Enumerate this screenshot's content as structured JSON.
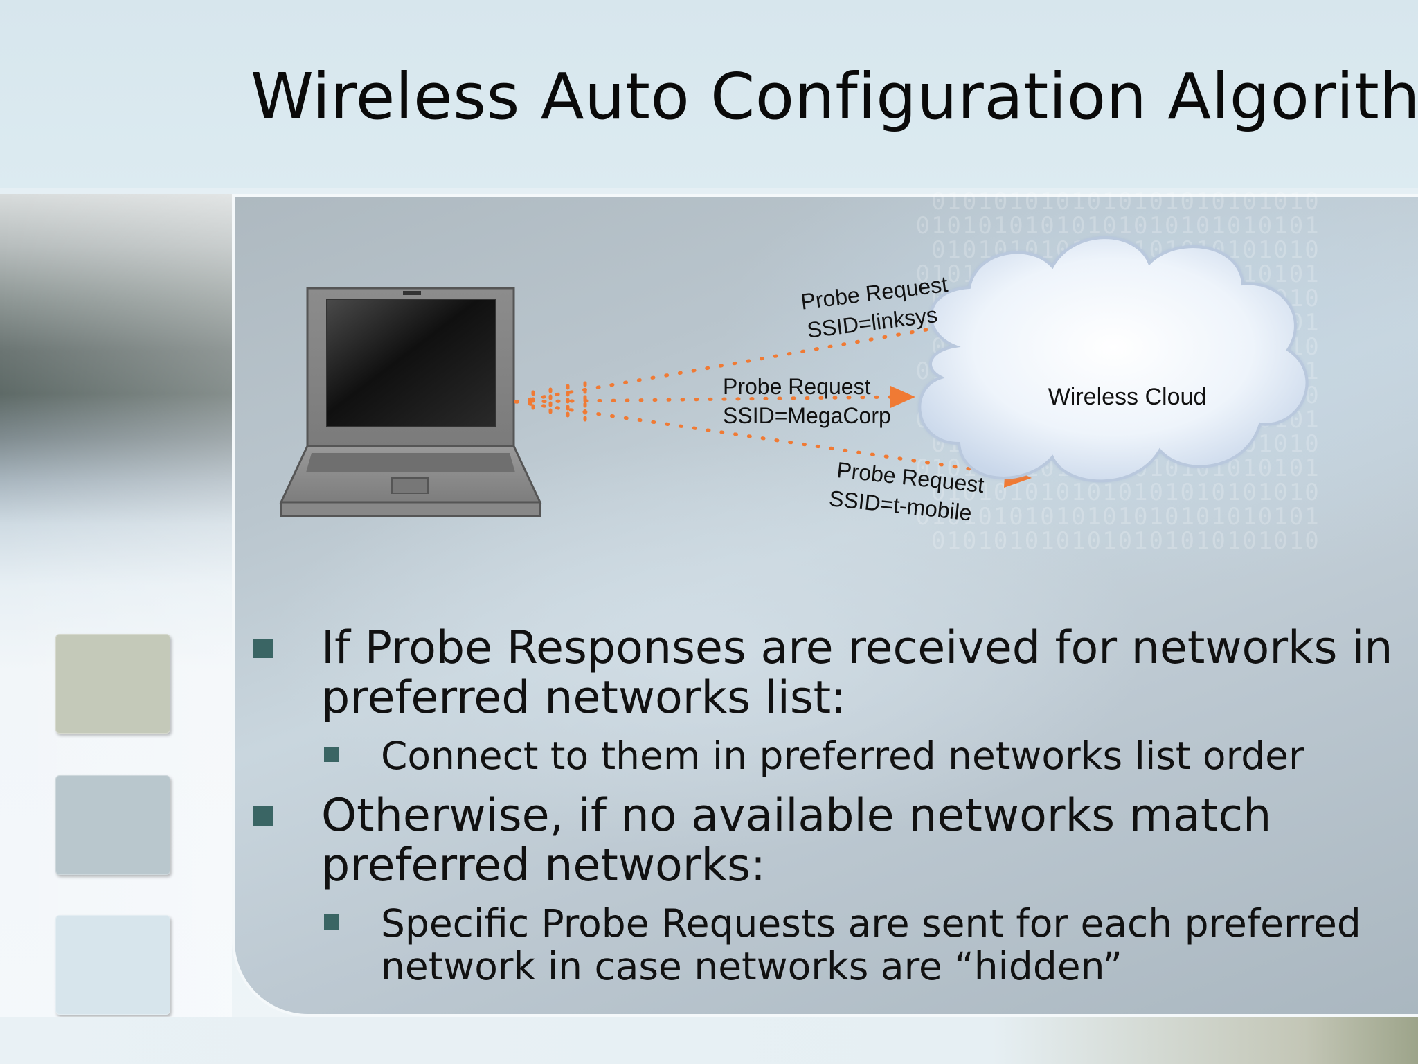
{
  "slide": {
    "title": "Wireless Auto Configuration Algorithm"
  },
  "swatches": [
    {
      "color": "#c4c9b9"
    },
    {
      "color": "#b9c7cd"
    },
    {
      "color": "#d7e5ec"
    }
  ],
  "diagram": {
    "cloud_label": "Wireless Cloud",
    "probes": [
      {
        "line1": "Probe Request",
        "line2": "SSID=linksys"
      },
      {
        "line1": "Probe Request",
        "line2": "SSID=MegaCorp"
      },
      {
        "line1": "Probe Request",
        "line2": "SSID=t-mobile"
      }
    ],
    "arrow_color": "#f07a34"
  },
  "bullets": [
    {
      "text": "If Probe Responses are received for networks in preferred networks list:",
      "sub": [
        {
          "text": "Connect to them in preferred networks list order"
        }
      ]
    },
    {
      "text": "Otherwise, if no available networks match preferred networks:",
      "sub": [
        {
          "text": "Specific Probe Requests are sent for each preferred network in case networks are “hidden”"
        }
      ]
    }
  ]
}
